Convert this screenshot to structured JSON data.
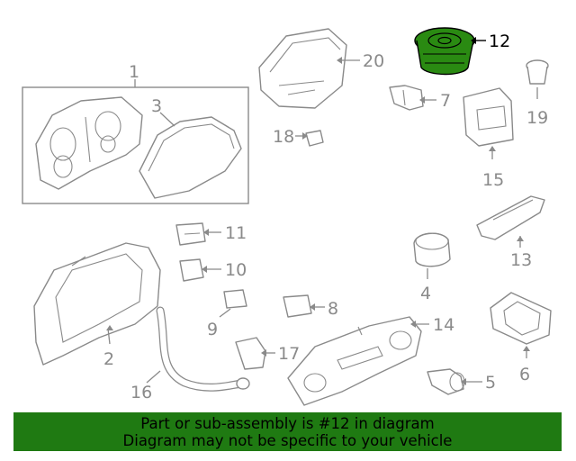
{
  "callouts": {
    "c1": "1",
    "c2": "2",
    "c3": "3",
    "c4": "4",
    "c5": "5",
    "c6": "6",
    "c7": "7",
    "c8": "8",
    "c9": "9",
    "c10": "10",
    "c11": "11",
    "c12": "12",
    "c13": "13",
    "c14": "14",
    "c15": "15",
    "c16": "16",
    "c17": "17",
    "c18": "18",
    "c19": "19",
    "c20": "20"
  },
  "highlight": {
    "part_number": "12",
    "color": "#2a8a12"
  },
  "banner": {
    "line1": "Part or sub-assembly is #12 in diagram",
    "line2": "Diagram may not be specific to your vehicle",
    "background": "#1f7a12"
  }
}
